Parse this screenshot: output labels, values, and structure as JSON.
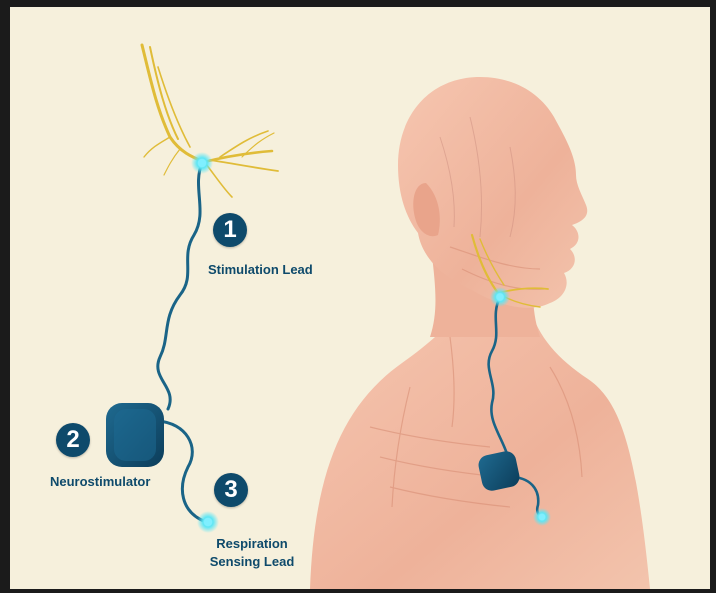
{
  "colors": {
    "background": "#f6f0dc",
    "accent": "#0e4a6b",
    "lead": "#1a6487",
    "nerve": "#e7c640",
    "electrode_glow": "#5ce6f5",
    "skin": "#f1b9a1"
  },
  "callouts": [
    {
      "number": "1",
      "label": "Stimulation Lead"
    },
    {
      "number": "2",
      "label": "Neurostimulator"
    },
    {
      "number": "3",
      "label": "Respiration",
      "label_line2": "Sensing Lead"
    }
  ]
}
